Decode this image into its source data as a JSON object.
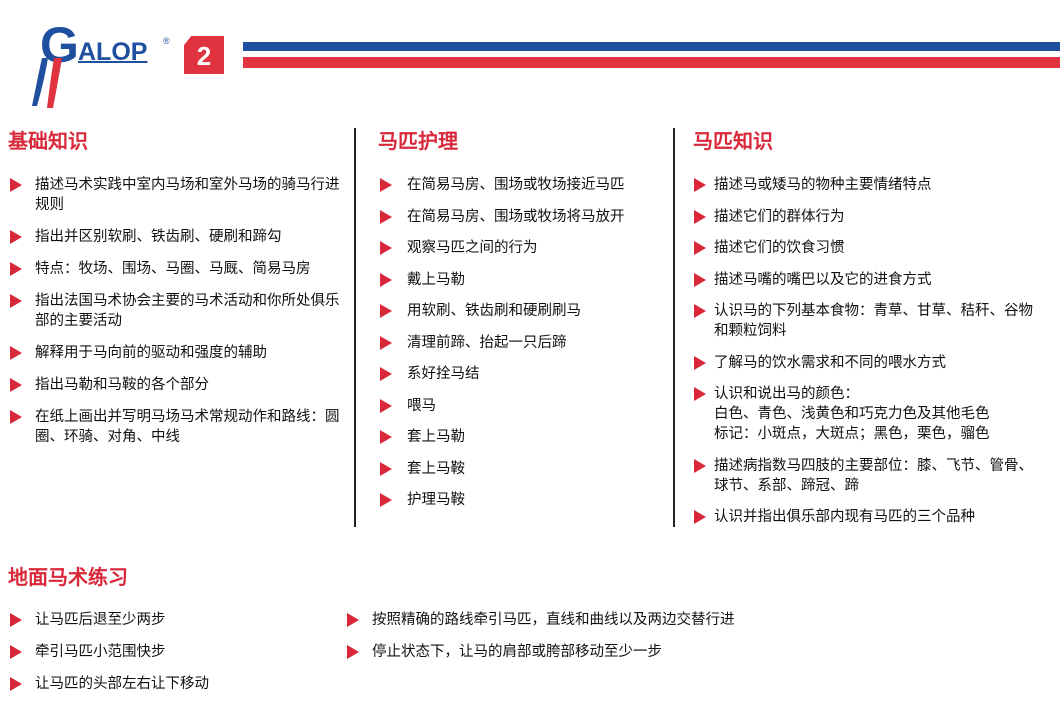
{
  "header": {
    "logo_initial": "G",
    "logo_rest": "ALOP",
    "logo_mark": "®",
    "level": "2",
    "colors": {
      "blue": "#1f4f9f",
      "red": "#e0333f"
    }
  },
  "sections": {
    "basics": {
      "title": "基础知识",
      "items": [
        "描述马术实践中室内马场和室外马场的骑马行进规则",
        "指出并区别软刷、铁齿刷、硬刷和蹄勾",
        "特点：牧场、围场、马圈、马厩、简易马房",
        "指出法国马术协会主要的马术活动和你所处俱乐部的主要活动",
        "解释用于马向前的驱动和强度的辅助",
        "指出马勒和马鞍的各个部分",
        "在纸上画出并写明马场马术常规动作和路线：圆圈、环骑、对角、中线"
      ]
    },
    "care": {
      "title": "马匹护理",
      "items": [
        "在简易马房、围场或牧场接近马匹",
        "在简易马房、围场或牧场将马放开",
        "观察马匹之间的行为",
        "戴上马勒",
        "用软刷、铁齿刷和硬刷刷马",
        "清理前蹄、抬起一只后蹄",
        "系好拴马结",
        "喂马",
        "套上马勒",
        "套上马鞍",
        "护理马鞍"
      ]
    },
    "knowledge": {
      "title": "马匹知识",
      "items": [
        "描述马或矮马的物种主要情绪特点",
        "描述它们的群体行为",
        "描述它们的饮食习惯",
        "描述马嘴的嘴巴以及它的进食方式",
        "认识马的下列基本食物：青草、甘草、秸秆、谷物和颗粒饲料",
        "了解马的饮水需求和不同的喂水方式",
        "认识和说出马的颜色：",
        "描述病指数马四肢的主要部位：膝、飞节、管骨、球节、系部、蹄冠、蹄",
        "认识并指出俱乐部内现有马匹的三个品种"
      ],
      "color_lines": [
        "白色、青色、浅黄色和巧克力色及其他毛色",
        "标记：小斑点，大斑点；黑色，栗色，骝色"
      ]
    },
    "ground": {
      "title": "地面马术练习",
      "left_items": [
        "让马匹后退至少两步",
        "牵引马匹小范围快步",
        "让马匹的头部左右让下移动"
      ],
      "right_items": [
        "按照精确的路线牵引马匹，直线和曲线以及两边交替行进",
        "停止状态下，让马的肩部或胯部移动至少一步"
      ]
    }
  }
}
